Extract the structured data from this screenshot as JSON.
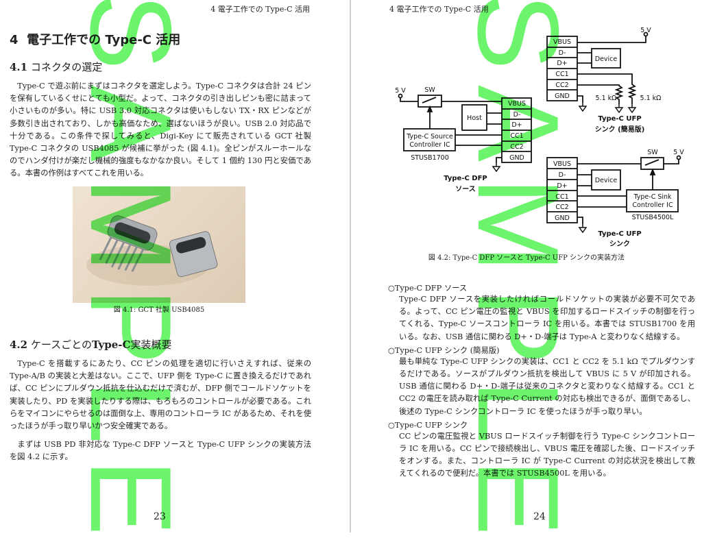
{
  "left_page": {
    "header": "4 電子工作での Type-C 活用",
    "chapter_num": "4",
    "chapter_title": "電子工作での Type-C 活用",
    "section1": {
      "num": "4.1",
      "title": "コネクタの選定"
    },
    "para1": "Type-C で遊ぶ前にまずはコネクタを選定しよう。Type-C コネクタは合計 24 ピンを保有しているくせにとても小型だ。よって、コネクタの引き出しピンも密に詰まって小さいものが多い。特に USB 3.0 対応コネクタは使いもしない TX・RX ピンなどが多数引き出されており、しかも高価なため、選ばないほうが良い。USB 2.0 対応品で十分である。この条件で探してみると、Digi-Key にて販売されている GCT 社製 Type-C コネクタの USB4085 が候補に挙がった (図 4.1)。全ピンがスルーホールなのでハンダ付けが楽だし機械的強度もなかなか良い。そして 1 個約 130 円と安価である。本書の作例はすべてこれを用いる。",
    "figure1_caption": "図 4.1: GCT 社製 USB4085",
    "section2": {
      "num": "4.2",
      "title_a": "ケースごとの",
      "title_b": "Type-C",
      "title_c": "実装概要"
    },
    "para2": "Type-C を搭載するにあたり、CC ピンの処理を適切に行いさえすれば、従来の Type-A/B の実装と大差はない。ここで、UFP 側を Type-C に置き換えるだけであれば、CC ピンにプルダウン抵抗を仕込むだけで済むが、DFP 側でコールドソケットを実装したり、PD を実装したりする際は、もろもろのコントロールが必要である。これらをマイコンにやらせるのは面倒な上、専用のコントローラ IC があるため、それを使ったほうが手っ取り早いかつ安全確実である。",
    "para3": "まずは USB PD 非対応な Type-C DFP ソースと Type-C UFP シンクの実装方法を図 4.2 に示す。",
    "page_number": "23"
  },
  "right_page": {
    "header": "4 電子工作での Type-C 活用",
    "diagram": {
      "pins": [
        "VBUS",
        "D-",
        "D+",
        "CC1",
        "CC2",
        "GND"
      ],
      "v5": "5 V",
      "sw": "SW",
      "device": "Device",
      "host": "Host",
      "resistor": "5.1 kΩ",
      "source_ic": [
        "Type-C Source",
        "Controller IC"
      ],
      "source_part": "STUSB1700",
      "sink_ic": [
        "Type-C Sink",
        "Controller IC"
      ],
      "sink_part": "STUSB4500L",
      "dfp_label": [
        "Type-C DFP",
        "ソース"
      ],
      "ufp_simple_label": [
        "Type-C UFP",
        "シンク (簡易版)"
      ],
      "ufp_label": [
        "Type-C UFP",
        "シンク"
      ]
    },
    "figure2_caption": "図 4.2: Type-C DFP ソースと Type-C UFP シンクの実装方法",
    "items": [
      {
        "title": "○Type-C DFP ソース",
        "body": "Type-C DFP ソースを実装したければコールドソケットの実装が必要不可欠である。よって、CC ピン電圧の監視と VBUS を印加するロードスイッチの制御を行ってくれる、Type-C ソースコントローラ IC を用いる。本書では STUSB1700 を用いる。なお、USB 通信に関わる D+・D-端子は Type-A と変わりなく結線する。"
      },
      {
        "title": "○Type-C UFP シンク (簡易版)",
        "body": "最も単純な Type-C UFP シンクの実装は、CC1 と CC2 を 5.1 kΩ でプルダウンするだけである。ソースがプルダウン抵抗を検出して VBUS に 5 V が印加される。USB 通信に関わる D+・D-端子は従来のコネクタと変わりなく結線する。CC1 と CC2 の電圧を読み取れば Type-C Current の対応も検出できるが、面倒であるし、後述の Type-C シンクコントローラ IC を使ったほうが手っ取り早い。"
      },
      {
        "title": "○Type-C UFP シンク",
        "body": "CC ピンの電圧監視と VBUS ロードスイッチ制御を行う Type-C シンクコントローラ IC を用いる。CC ピンで接続検出し、VBUS 電圧を確認した後、ロードスイッチをオンする。また、コントローラ IC が Type-C Current の対応状況を検出して教えてくれるので便利だ。本書では STUSB4500L を用いる。"
      }
    ],
    "page_number": "24"
  },
  "watermark": "SAMPLE",
  "colors": {
    "watermark": "#6cf46c",
    "photo_bg": "#e9dac6"
  }
}
